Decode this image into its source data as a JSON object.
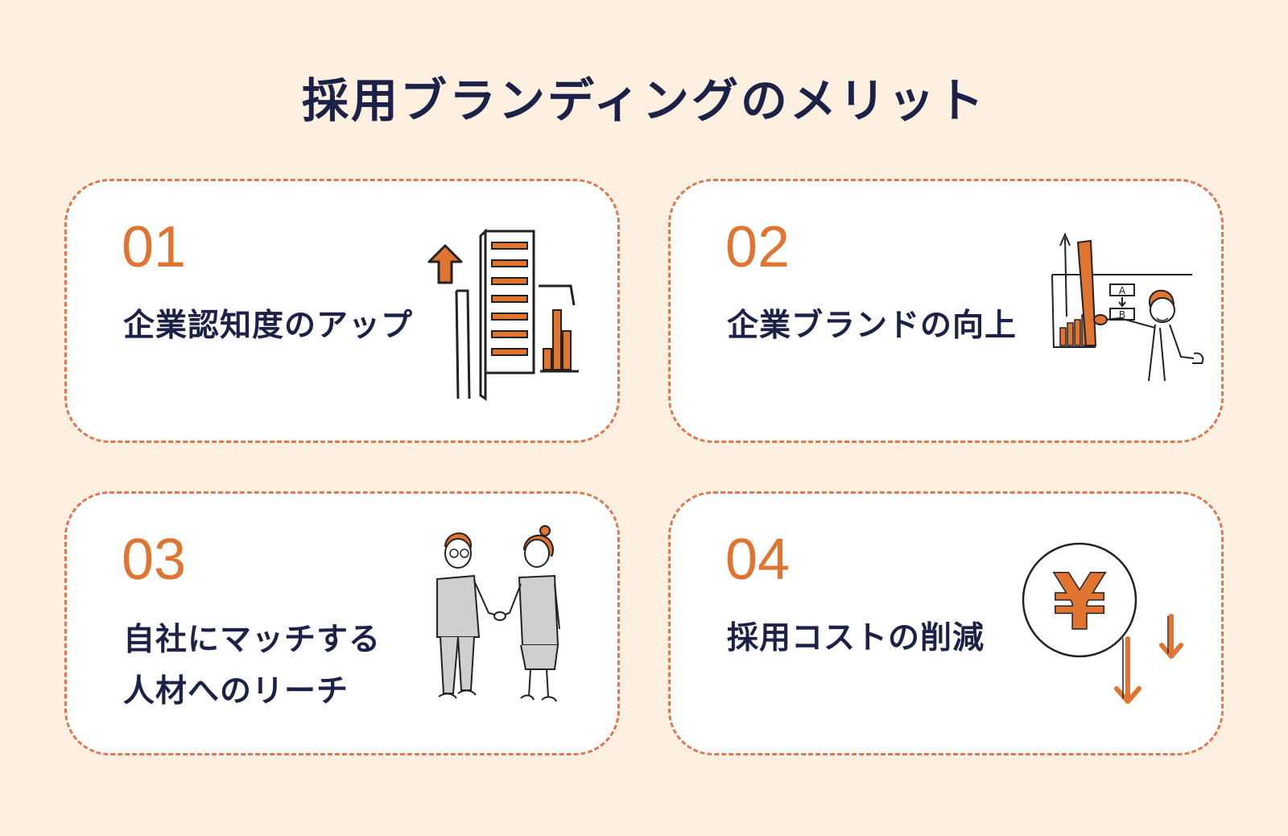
{
  "title": "採用ブランディングのメリット",
  "colors": {
    "accent": "#e07431",
    "text": "#1b2147",
    "background": "#fdf0e1"
  },
  "merits": [
    {
      "number": "01",
      "label_lines": [
        "企業認知度のアップ"
      ],
      "icon": "office-building-growth-icon"
    },
    {
      "number": "02",
      "label_lines": [
        "企業ブランドの向上"
      ],
      "icon": "presenter-rising-chart-icon"
    },
    {
      "number": "03",
      "label_lines": [
        "自社にマッチする",
        "人材へのリーチ"
      ],
      "icon": "handshake-people-icon"
    },
    {
      "number": "04",
      "label_lines": [
        "採用コストの削減"
      ],
      "icon": "yen-decrease-icon"
    }
  ],
  "illustration_text": {
    "step_a": "A",
    "step_b": "B",
    "currency": "¥"
  }
}
